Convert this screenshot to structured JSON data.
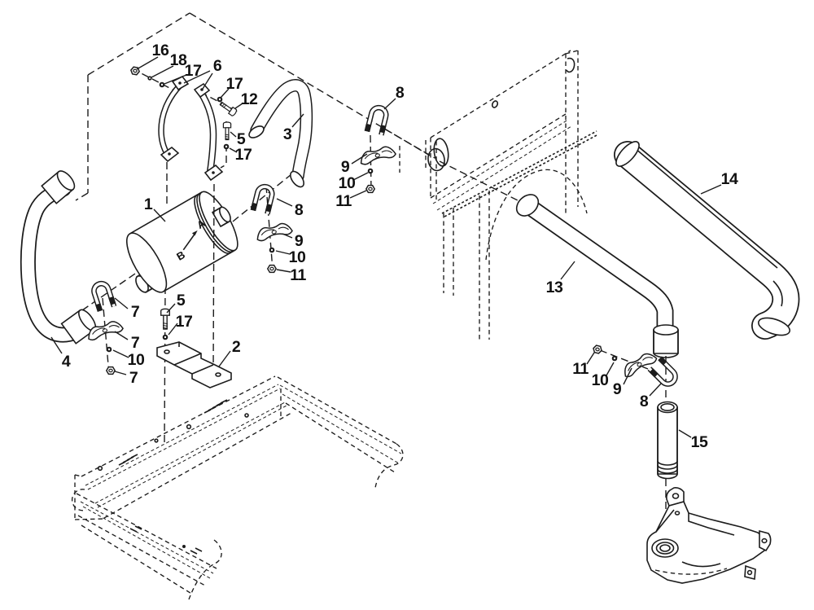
{
  "diagram": {
    "type": "exploded-parts-illustration",
    "subject": "muffler and exhaust system",
    "colors": {
      "line": "#1c1c1c",
      "background": "#ffffff"
    },
    "muffler_markings": {
      "letter_b": "B",
      "letter_a": "A"
    }
  },
  "callouts": [
    {
      "text": "16"
    },
    {
      "text": "18"
    },
    {
      "text": "17"
    },
    {
      "text": "6"
    },
    {
      "text": "17"
    },
    {
      "text": "12"
    },
    {
      "text": "5"
    },
    {
      "text": "17"
    },
    {
      "text": "3"
    },
    {
      "text": "8"
    },
    {
      "text": "9"
    },
    {
      "text": "10"
    },
    {
      "text": "11"
    },
    {
      "text": "8"
    },
    {
      "text": "9"
    },
    {
      "text": "10"
    },
    {
      "text": "11"
    },
    {
      "text": "1"
    },
    {
      "text": "5"
    },
    {
      "text": "17"
    },
    {
      "text": "2"
    },
    {
      "text": "7"
    },
    {
      "text": "7"
    },
    {
      "text": "10"
    },
    {
      "text": "7"
    },
    {
      "text": "4"
    },
    {
      "text": "13"
    },
    {
      "text": "14"
    },
    {
      "text": "11"
    },
    {
      "text": "10"
    },
    {
      "text": "9"
    },
    {
      "text": "8"
    },
    {
      "text": "15"
    }
  ]
}
